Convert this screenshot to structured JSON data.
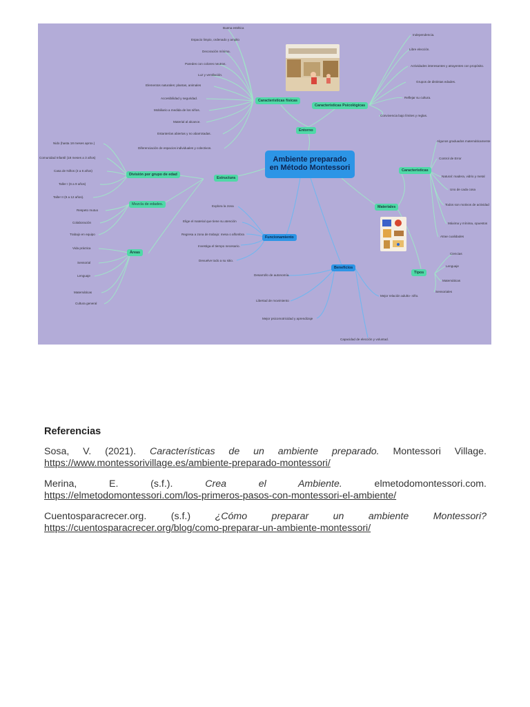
{
  "mindmap": {
    "central": {
      "line1": "Ambiente preparado",
      "line2": "en Método Montessori"
    },
    "entorno": "Entorno",
    "car_fisicas": {
      "label": "Características físicas",
      "items": [
        "Buena estética",
        "Espacio limpio, ordenado y amplio",
        "Decoración mínima.",
        "Paredes con colores neutros.",
        "Luz y ventilación.",
        "Elementos naturales: plantas, animales",
        "Accesibilidad y seguridad.",
        "Mobiliario a medida de los niños.",
        "Material al alcance.",
        "Estanterías abiertas y no abarrotadas.",
        "Diferenciación de espacios individuales y colectivos."
      ]
    },
    "car_psico": {
      "label": "Características Psicológicas",
      "items": [
        "Independencia.",
        "Libre elección.",
        "Actividades interesantes y atrayentes con propósito.",
        "Grupos de distintas edades.",
        "Reflejar su cultura.",
        "Convivencia bajo límites y reglas."
      ]
    },
    "estructura": "Estructura",
    "division": {
      "label": "División por grupo de edad",
      "items": [
        "Nido (hasta 18 meses aprox.)",
        "Comunidad Infantil (18 meses a 3 años)",
        "Casa de Niños (3 a 6 años)",
        "Taller I (6 a 9 años)",
        "Taller II (9 a 12 años)."
      ]
    },
    "mezcla": {
      "label": "Mezcla de edades.",
      "items": [
        "Respeto mutuo",
        "Colaboración",
        "Trabajo en equipo"
      ]
    },
    "areas": {
      "label": "Áreas",
      "items": [
        "Vida práctica",
        "Sensorial",
        "Lenguaje",
        "Matemáticas",
        "Cultura general"
      ]
    },
    "funcionamiento": {
      "label": "Funcionamiento",
      "items": [
        "Explora la zona",
        "Elige el material que tiene su atención",
        "Regresa a zona de trabajo: mesa o alfombra",
        "Investiga el tiempo necesario.",
        "Devuelve todo a su sitio."
      ]
    },
    "beneficios": {
      "label": "Beneficios",
      "items": [
        "Desarrollo de autonomía.",
        "Libertad de movimiento",
        "Mejor psicomotricidad y aprendizaje",
        "Capacidad de elección y voluntad.",
        "Mejor relación adulto- niño."
      ]
    },
    "materiales": "Materiales",
    "caracteristicas": {
      "label": "Características",
      "items": [
        "Algunos graduados matemáticamente",
        "Control de Error",
        "Natural: madera, vidrio y metal",
        "Uno de cada cosa",
        "Todos son motivos de actividad",
        "Máxima y mínima, opuestos",
        "Atrae cualidades"
      ]
    },
    "tipos": {
      "label": "Tipos",
      "items": [
        "Ciencias",
        "Lenguaje",
        "Matemáticas",
        "Sensoriales"
      ]
    }
  },
  "references": {
    "heading": "Referencias",
    "items": [
      {
        "pre": "Sosa, V. (2021). ",
        "title": "Características de un ambiente preparado.",
        "post": " Montessori Village.",
        "url": "https://www.montessorivillage.es/ambiente-preparado-montessori/"
      },
      {
        "pre": "Merina, E. (s.f.). ",
        "title": "Crea el Ambiente.",
        "post": " elmetodomontessori.com.",
        "url": "https://elmetodomontessori.com/los-primeros-pasos-con-montessori-el-ambiente/"
      },
      {
        "pre": "Cuentosparacrecer.org. (s.f.) ",
        "title": "¿Cómo preparar un ambiente Montessori?",
        "post": "",
        "url": "https://cuentosparacrecer.org/blog/como-preparar-un-ambiente-montessori/"
      }
    ]
  }
}
